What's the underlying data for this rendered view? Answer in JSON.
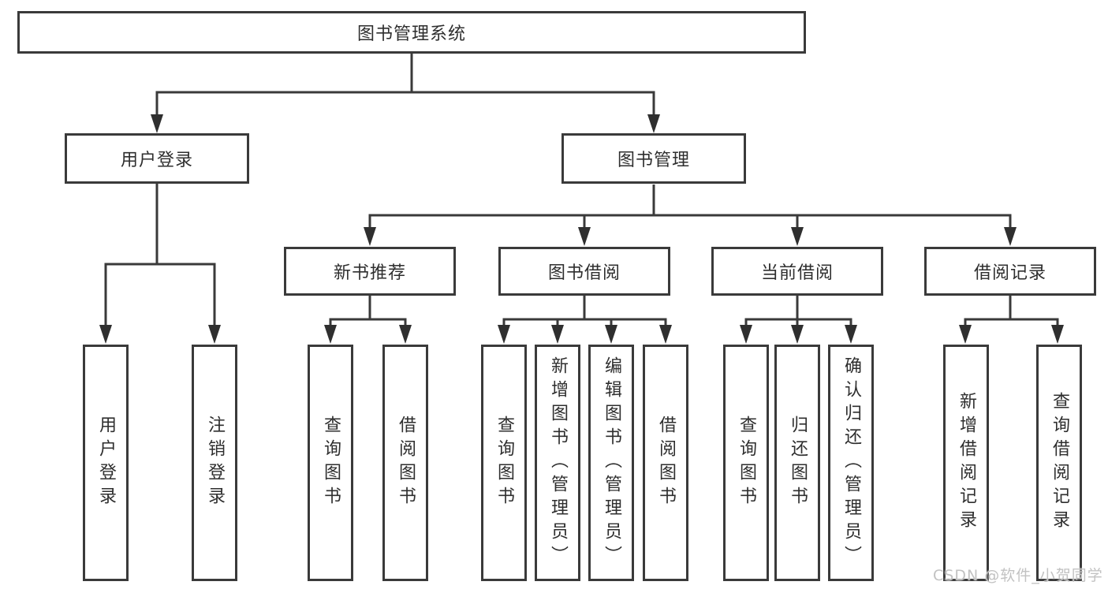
{
  "nodes": {
    "root": "图书管理系统",
    "user_login": "用户登录",
    "book_mgmt": "图书管理",
    "new_book_rec": "新书推荐",
    "book_borrow": "图书借阅",
    "current_borrow": "当前借阅",
    "borrow_records": "借阅记录"
  },
  "leaves": {
    "user_login": [
      "用户登录",
      "注销登录"
    ],
    "new_book_rec": [
      "查询图书",
      "借阅图书"
    ],
    "book_borrow": [
      "查询图书",
      "新增图书（管理员）",
      "编辑图书（管理员）",
      "借阅图书"
    ],
    "current_borrow": [
      "查询图书",
      "归还图书",
      "确认归还（管理员）"
    ],
    "borrow_records": [
      "新增借阅记录",
      "查询借阅记录"
    ]
  },
  "watermark": "CSDN @软件_小贺同学",
  "colors": {
    "line": "#3a3a3a",
    "text": "#2e2e2e",
    "watermark": "#c2c2c2"
  }
}
